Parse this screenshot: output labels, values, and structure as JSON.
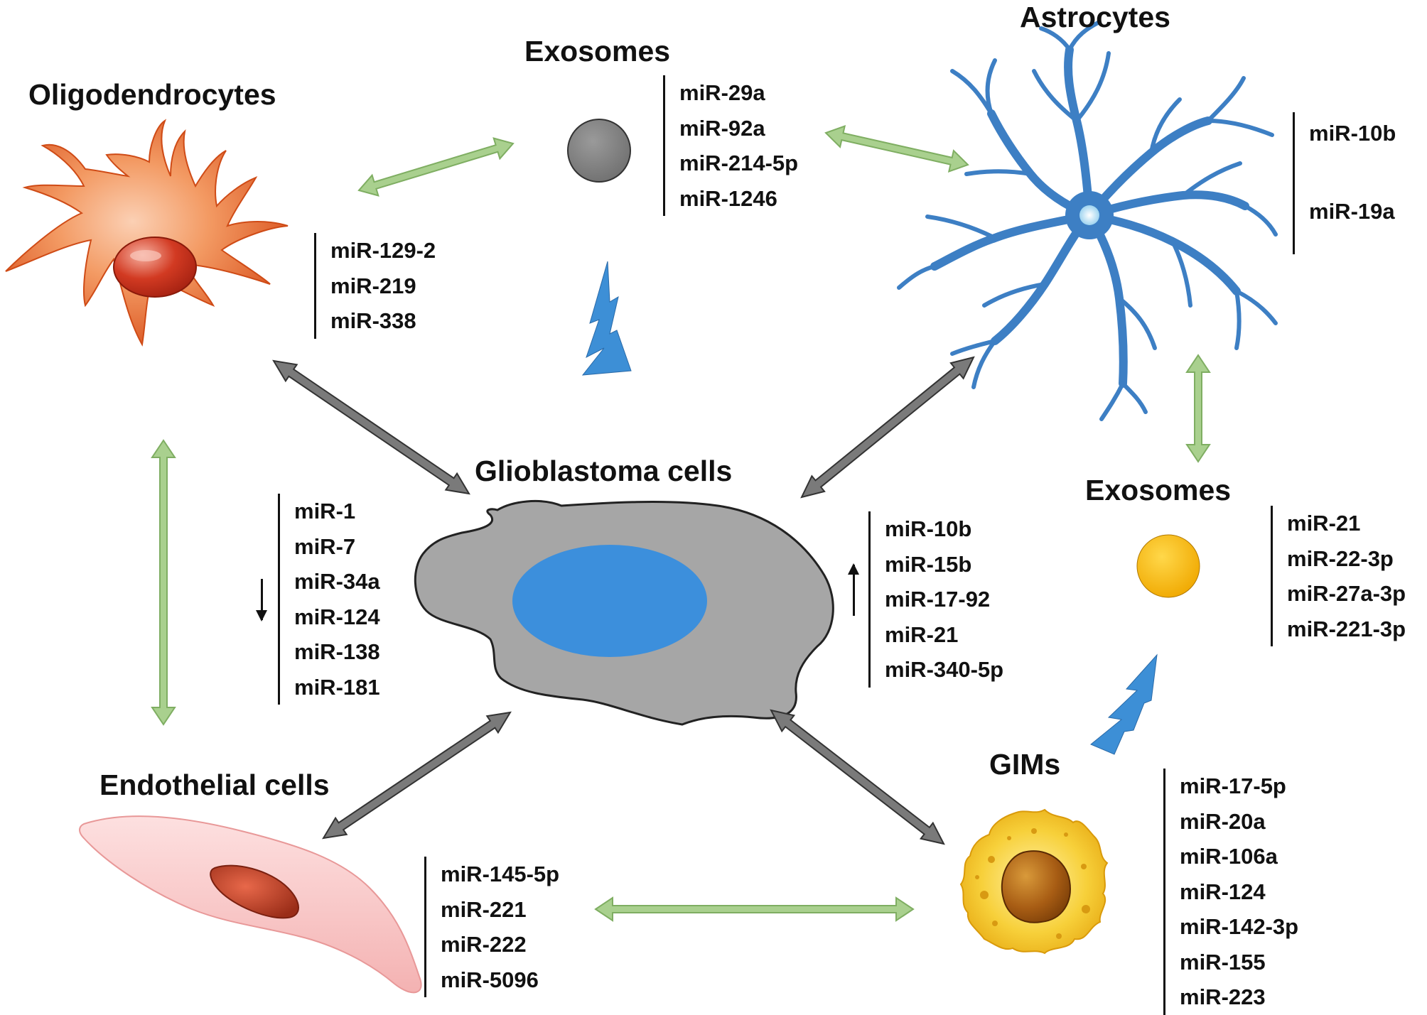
{
  "titles": {
    "exosomes_top": "Exosomes",
    "astrocytes": "Astrocytes",
    "oligodendrocytes": "Oligodendrocytes",
    "glioblastoma": "Glioblastoma cells",
    "exosomes_right": "Exosomes",
    "endothelial": "Endothelial cells",
    "gims": "GIMs"
  },
  "mirnas": {
    "exosomes_top": [
      "miR-29a",
      "miR-92a",
      "miR-214-5p",
      "miR-1246"
    ],
    "astrocytes": [
      "miR-10b",
      "miR-19a"
    ],
    "oligodendrocytes": [
      "miR-129-2",
      "miR-219",
      "miR-338"
    ],
    "glioblastoma_down": [
      "miR-1",
      "miR-7",
      "miR-34a",
      "miR-124",
      "miR-138",
      "miR-181"
    ],
    "glioblastoma_up": [
      "miR-10b",
      "miR-15b",
      "miR-17-92",
      "miR-21",
      "miR-340-5p"
    ],
    "exosomes_right": [
      "miR-21",
      "miR-22-3p",
      "miR-27a-3p",
      "miR-221-3p"
    ],
    "endothelial_gims": [
      "miR-145-5p",
      "miR-221",
      "miR-222",
      "miR-5096"
    ],
    "gims": [
      "miR-17-5p",
      "miR-20a",
      "miR-106a",
      "miR-124",
      "miR-142-3p",
      "miR-155",
      "miR-223"
    ]
  },
  "colors": {
    "gray_arrow": "#7a7a7a",
    "green_arrow": "#a9d08e",
    "astrocyte": "#3d7fc4",
    "oligodendrocyte": "#e8622a",
    "glioblastoma_body": "#a6a6a6",
    "glioblastoma_nucleus": "#3c8fdc",
    "exosome_gray": "#808080",
    "exosome_yellow": "#f5b800",
    "endothelial": "#f9c4c4",
    "gim": "#f2c418",
    "lightning": "#3d8fd6"
  }
}
